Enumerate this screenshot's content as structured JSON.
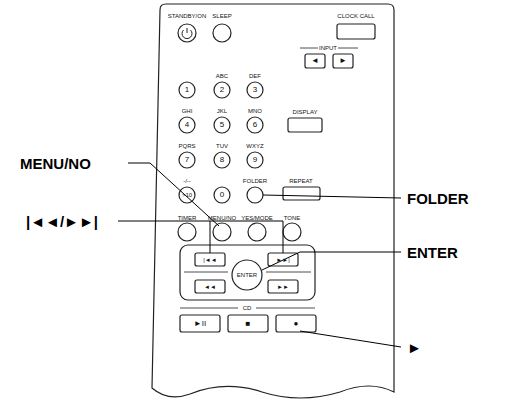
{
  "diagram": {
    "labels": [
      "STANDBY/ON",
      "SLEEP",
      "CLOCK CALL",
      "INPUT",
      "◄",
      "►",
      "ABC",
      "DEF",
      "1",
      "2",
      "3",
      "GHI",
      "JKL",
      "MNO",
      "DISPLAY",
      "4",
      "5",
      "6",
      "PQRS",
      "TUV",
      "WXYZ",
      "7",
      "8",
      "9",
      "-/--",
      "FOLDER",
      "REPEAT",
      ">10",
      "0",
      "TIMER",
      "MENU/NO",
      "YES/MODE",
      "TONE",
      "|◄◄",
      "►►|",
      "ENTER",
      "◄◄",
      "►►",
      "CD",
      "►II",
      "■",
      "●",
      "MENU/NO",
      "|◄◄/►►|",
      "FOLDER",
      "ENTER",
      "►"
    ]
  }
}
